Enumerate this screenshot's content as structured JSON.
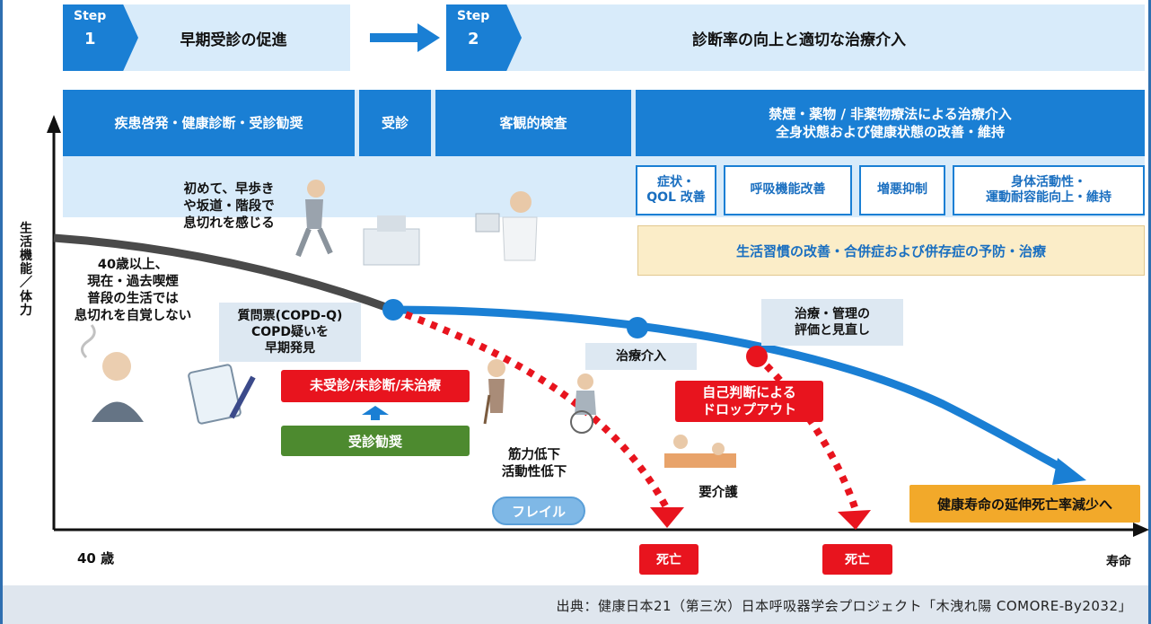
{
  "steps": [
    {
      "word": "Step",
      "num": "1",
      "title": "早期受診の促進"
    },
    {
      "word": "Step",
      "num": "2",
      "title": "診断率の向上と適切な治療介入"
    }
  ],
  "headers": [
    "疾患啓発・健康診断・受診勧奨",
    "受診",
    "客観的検査",
    "禁煙・薬物 / 非薬物療法による治療介入\n全身状態および健康状態の改善・維持"
  ],
  "outcomes": [
    "症状・\nQOL 改善",
    "呼吸機能改善",
    "増悪抑制",
    "身体活動性・\n運動耐容能向上・維持"
  ],
  "lifestyle": "生活習慣の改善・合併症および併存症の予防・治療",
  "y_axis_label": "生\n活\n機\n能\n／\n体\n力",
  "notes": {
    "first_breath": "初めて、早歩き\nや坂道・階段で\n息切れを感じる",
    "smoker": "40歳以上、\n現在・過去喫煙\n普段の生活では\n息切れを自覚しない",
    "questionnaire": "質問票(COPD-Q)\nCOPD疑いを\n早期発見",
    "untreated": "未受診/未診断/未治療",
    "recommend": "受診勧奨",
    "treatment": "治療介入",
    "review": "治療・管理の\n評価と見直し",
    "dropout": "自己判断による\nドロップアウト",
    "muscle": "筋力低下\n活動性低下",
    "frail": "フレイル",
    "care": "要介護",
    "goal": "健康寿命の延伸死亡率減少へ",
    "death1": "死亡",
    "death2": "死亡",
    "age_start": "40 歳",
    "age_end": "寿命"
  },
  "footer": "出典：健康日本21（第三次）日本呼吸器学会プロジェクト「木洩れ陽 COMORE-By2032」",
  "colors": {
    "blue": "#1a7fd4",
    "light": "#d8ebfa",
    "red": "#e8141e",
    "green": "#4d8a2f",
    "orange": "#f2a92a",
    "cream": "#fbedc8"
  }
}
